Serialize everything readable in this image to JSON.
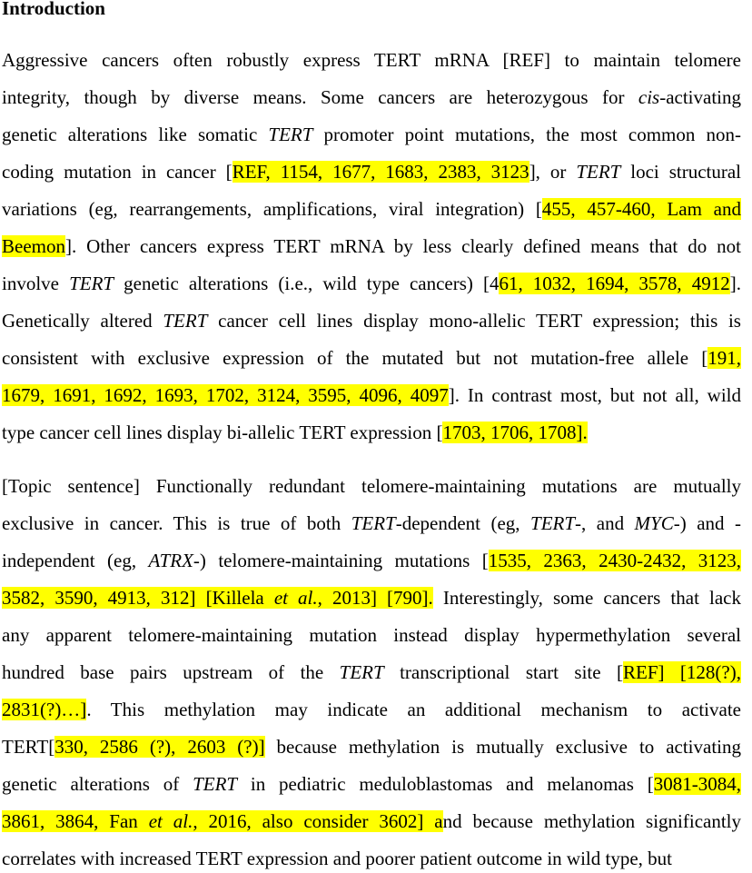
{
  "document": {
    "heading": "Introduction",
    "highlight_color": "#ffff00",
    "paragraphs": [
      {
        "id": "p1",
        "lines": [
          [
            {
              "t": "Aggressive cancers often robustly express TERT mRNA  [REF] to maintain telomere"
            }
          ],
          [
            {
              "t": "integrity, though by diverse means. Some cancers are heterozygous for "
            },
            {
              "t": "cis",
              "i": true
            },
            {
              "t": "-activating"
            }
          ],
          [
            {
              "t": "genetic alterations like somatic "
            },
            {
              "t": "TERT",
              "i": true
            },
            {
              "t": " promoter point mutations, the most common non-"
            }
          ],
          [
            {
              "t": "coding mutation in cancer ["
            },
            {
              "t": "REF, 1154, 1677, 1683, 2383, 3123",
              "h": true
            },
            {
              "t": "],  or "
            },
            {
              "t": "TERT",
              "i": true
            },
            {
              "t": " loci structural"
            }
          ],
          [
            {
              "t": "variations (eg, rearrangements, amplifications, viral integration) ["
            },
            {
              "t": "455, 457-460, Lam and",
              "h": true
            }
          ],
          [
            {
              "t": "Beemon",
              "h": true
            },
            {
              "t": "]. Other cancers express TERT mRNA by less clearly defined means that do not"
            }
          ],
          [
            {
              "t": "involve "
            },
            {
              "t": "TERT",
              "i": true
            },
            {
              "t": " genetic alterations (i.e., wild type cancers) [4"
            },
            {
              "t": "61, 1032, 1694, 3578, 4912",
              "h": true
            },
            {
              "t": "]."
            }
          ],
          [
            {
              "t": "Genetically altered "
            },
            {
              "t": "TERT",
              "i": true
            },
            {
              "t": " cancer cell lines display mono-allelic TERT expression; this is"
            }
          ],
          [
            {
              "t": "consistent with exclusive expression of the mutated but not mutation-free allele ["
            },
            {
              "t": "191,",
              "h": true
            }
          ],
          [
            {
              "t": "1679, 1691, 1692, 1693, 1702, 3124, 3595, 4096, 4097",
              "h": true
            },
            {
              "t": "].  In contrast most, but not all, wild"
            }
          ],
          [
            {
              "t": "type cancer cell lines display bi-allelic TERT expression ["
            },
            {
              "t": "1703, 1706, 1708].",
              "h": true
            }
          ]
        ]
      },
      {
        "id": "p2",
        "lines": [
          [
            {
              "t": "[Topic sentence] Functionally redundant telomere-maintaining mutations are mutually"
            }
          ],
          [
            {
              "t": "exclusive in cancer. This is true of both "
            },
            {
              "t": "TERT",
              "i": true
            },
            {
              "t": "-dependent (eg, "
            },
            {
              "t": "TERT",
              "i": true
            },
            {
              "t": "-, and "
            },
            {
              "t": "MYC",
              "i": true
            },
            {
              "t": "-) and -"
            }
          ],
          [
            {
              "t": "independent (eg, "
            },
            {
              "t": "ATRX",
              "i": true
            },
            {
              "t": "-) telomere-maintaining mutations ["
            },
            {
              "t": "1535, 2363, 2430-2432, 3123,",
              "h": true
            }
          ],
          [
            {
              "t": "3582, 3590, 4913, 312] [Killela ",
              "h": true
            },
            {
              "t": "et al.",
              "h": true,
              "i": true
            },
            {
              "t": ", 2013] [790].",
              "h": true
            },
            {
              "t": " Interestingly, some cancers that lack"
            }
          ],
          [
            {
              "t": "any apparent telomere-maintaining mutation instead display hypermethylation several"
            }
          ],
          [
            {
              "t": "hundred base pairs upstream of the "
            },
            {
              "t": "TERT",
              "i": true
            },
            {
              "t": " transcriptional start site ["
            },
            {
              "t": "REF] [128(?),",
              "h": true
            }
          ],
          [
            {
              "t": "2831(?)…]",
              "h": true
            },
            {
              "t": ". This methylation may indicate an additional mechanism to activate"
            }
          ],
          [
            {
              "t": "TERT["
            },
            {
              "t": "330, 2586 (?), 2603  (?)]",
              "h": true
            },
            {
              "t": " because methylation is mutually exclusive to activating"
            }
          ],
          [
            {
              "t": "genetic alterations of "
            },
            {
              "t": "TERT",
              "i": true
            },
            {
              "t": " in pediatric meduloblastomas and melanomas ["
            },
            {
              "t": "3081-3084,",
              "h": true
            }
          ],
          [
            {
              "t": "3861, 3864, Fan ",
              "h": true
            },
            {
              "t": "et al.",
              "h": true,
              "i": true
            },
            {
              "t": ", 2016, also consider 3602] a",
              "h": true
            },
            {
              "t": "nd because methylation significantly"
            }
          ],
          [
            {
              "t": "correlates with increased TERT expression and poorer patient outcome in wild type, but"
            }
          ]
        ]
      }
    ]
  }
}
